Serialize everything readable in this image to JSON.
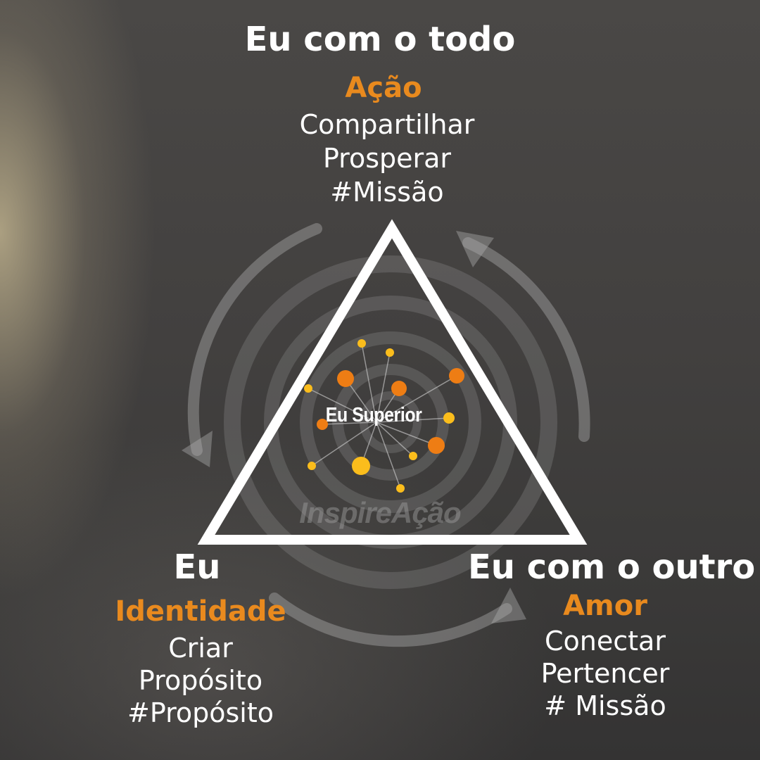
{
  "top": {
    "heading": "Eu com o todo",
    "accent": "Ação",
    "items": [
      "Compartilhar",
      "Prosperar",
      "#Missão"
    ]
  },
  "left": {
    "heading": "Eu",
    "accent": "Identidade",
    "items": [
      "Criar",
      "Propósito",
      "#Propósito"
    ]
  },
  "right": {
    "heading": "Eu com o outro",
    "accent": "Amor",
    "items": [
      "Conectar",
      "Pertencer",
      "# Missão"
    ]
  },
  "center": {
    "label": "Eu Superior"
  },
  "watermark": "InspireAção",
  "colors": {
    "accent": "#e98a1e",
    "text": "#ffffff",
    "dot_orange": "#ee7d14",
    "dot_yellow": "#fbbd1c",
    "triangle": "#ffffff"
  },
  "icons": [
    "cycle-arrows-icon",
    "network-nodes-icon"
  ]
}
